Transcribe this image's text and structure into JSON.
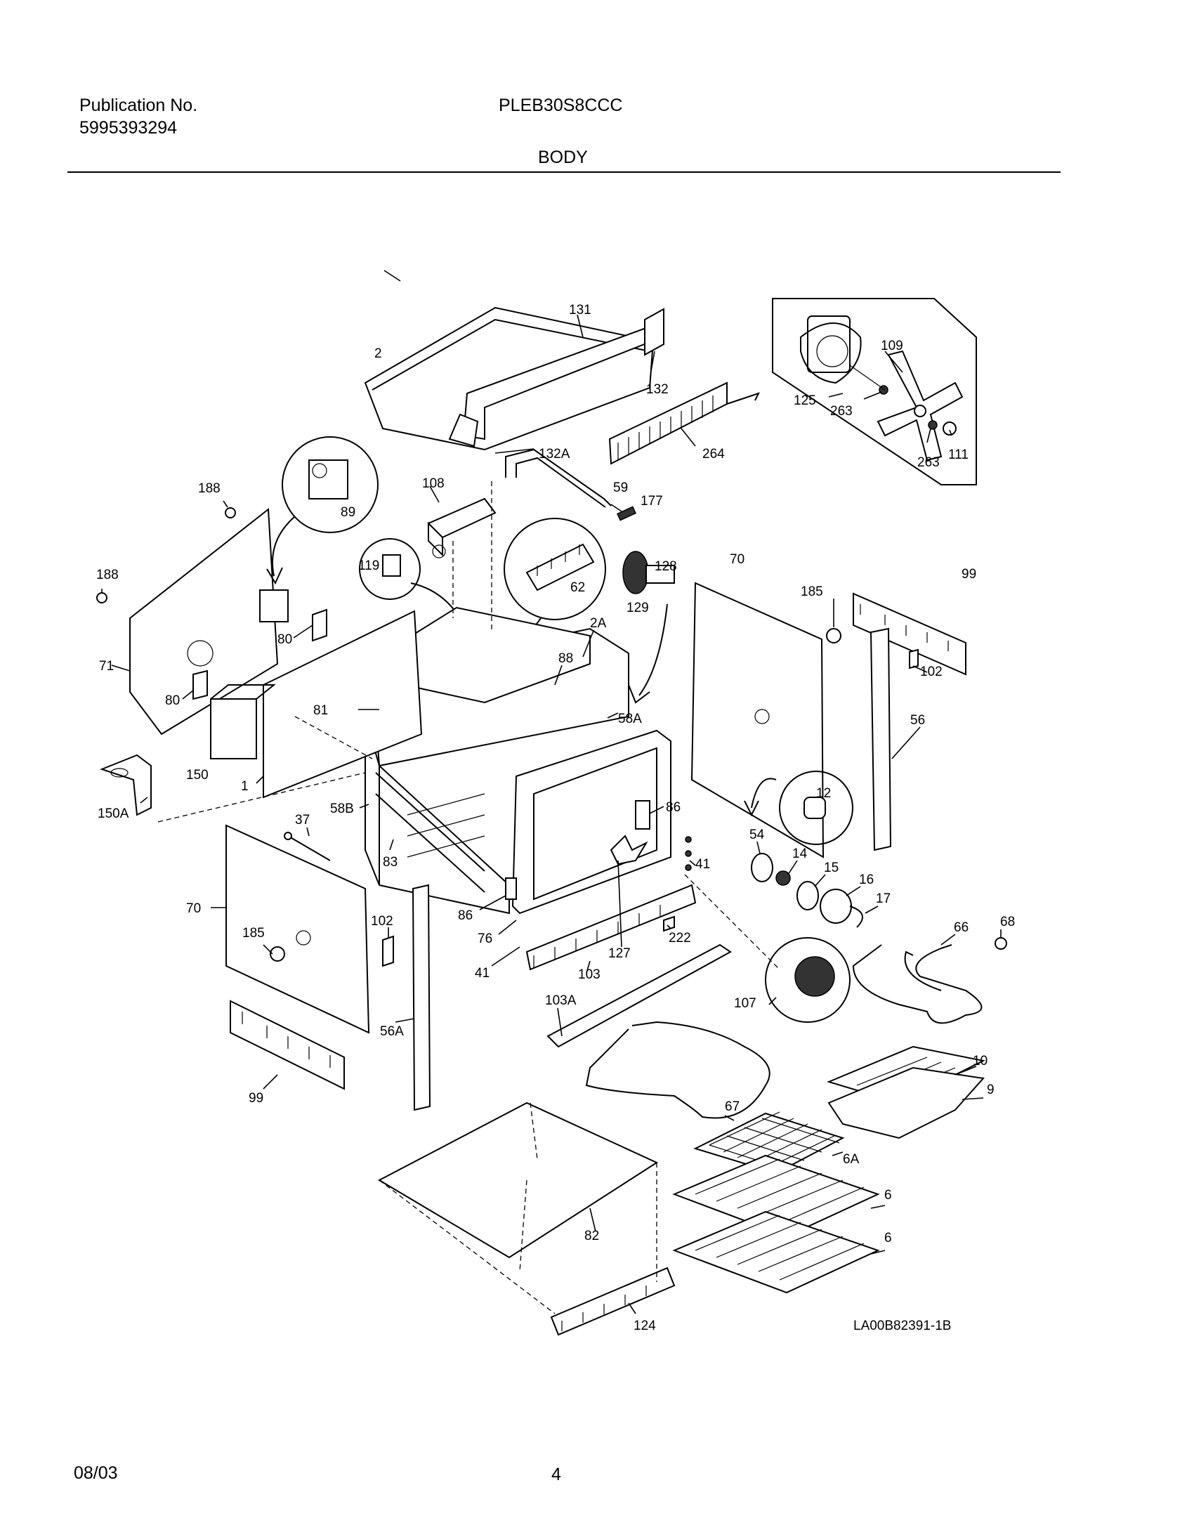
{
  "header": {
    "publication_label": "Publication No.",
    "publication_number": "5995393294",
    "model": "PLEB30S8CCC",
    "section_title": "BODY"
  },
  "footer": {
    "date": "08/03",
    "page_number": "4"
  },
  "diagram": {
    "drawing_id": "LA00B82391-1B",
    "part_labels": [
      "131",
      "2",
      "132",
      "132A",
      "264",
      "109",
      "125",
      "263",
      "263",
      "111",
      "188",
      "89",
      "108",
      "59",
      "177",
      "188",
      "119",
      "62",
      "128",
      "129",
      "70",
      "185",
      "99",
      "71",
      "80",
      "80",
      "2A",
      "88",
      "102",
      "81",
      "58A",
      "56",
      "150",
      "1",
      "150A",
      "37",
      "58B",
      "86",
      "12",
      "83",
      "41",
      "54",
      "14",
      "15",
      "16",
      "17",
      "70",
      "185",
      "102",
      "86",
      "76",
      "222",
      "127",
      "66",
      "68",
      "41",
      "103",
      "103A",
      "107",
      "56A",
      "10",
      "99",
      "9",
      "67",
      "6A",
      "6",
      "6",
      "82",
      "124"
    ]
  }
}
